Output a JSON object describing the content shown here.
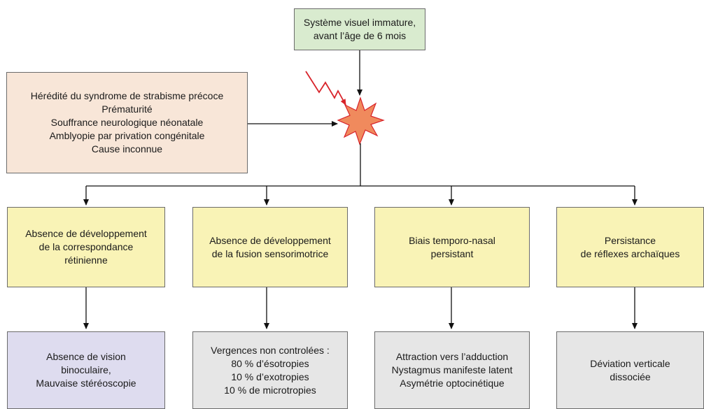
{
  "top_box": {
    "lines": [
      "Système visuel immature,",
      "avant l’âge de 6 mois"
    ]
  },
  "causes_box": {
    "lines": [
      "Hérédité du syndrome de strabisme précoce",
      "Prématurité",
      "Souffrance neurologique néonatale",
      "Amblyopie par privation congénitale",
      "Cause inconnue"
    ]
  },
  "mechanisms": [
    {
      "lines": [
        "Absence de développement",
        "de la correspondance",
        "rétinienne"
      ]
    },
    {
      "lines": [
        "Absence de développement",
        "de la fusion sensorimotrice"
      ]
    },
    {
      "lines": [
        "Biais temporo-nasal",
        "persistant"
      ]
    },
    {
      "lines": [
        "Persistance",
        "de réflexes archaïques"
      ]
    }
  ],
  "consequences": [
    {
      "lines": [
        "Absence de vision",
        "binoculaire,",
        "Mauvaise stéréoscopie"
      ]
    },
    {
      "lines": [
        "Vergences non controlées :",
        "80 % d’ésotropies",
        "10 % d’exotropies",
        "10 % de microtropies"
      ]
    },
    {
      "lines": [
        "Attraction vers l’adduction",
        "Nystagmus manifeste latent",
        "Asymétrie optocinétique"
      ]
    },
    {
      "lines": [
        "Déviation verticale",
        "dissociée"
      ]
    }
  ],
  "colors": {
    "top_box": "#d9ebcf",
    "causes_box": "#f8e6d8",
    "mechanisms": "#f9f3b6",
    "consequence_first": "#dedcef",
    "consequence_others": "#e6e6e6",
    "lightning": "#d8232a",
    "burst_fill": "#f08a5d",
    "burst_stroke": "#d8232a"
  }
}
